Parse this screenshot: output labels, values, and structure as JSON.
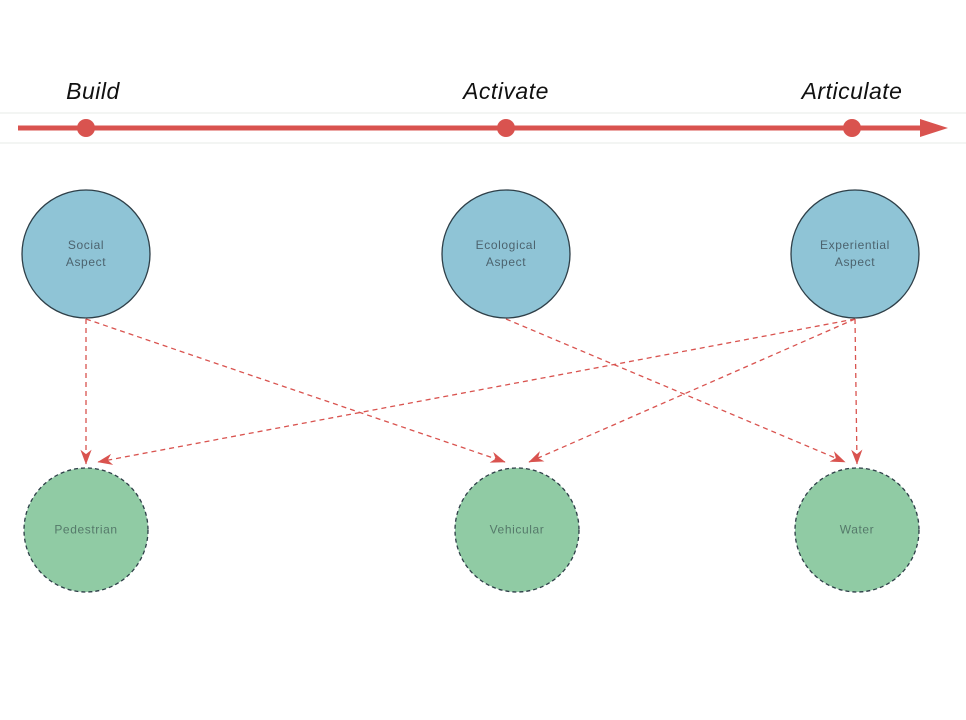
{
  "colors": {
    "accent_red": "#d9534f",
    "aspect_fill": "#8fc4d6",
    "mode_fill": "#90cba4",
    "node_border": "#2e3f48",
    "aspect_text": "#4c636e",
    "mode_text": "#55796a",
    "phase_text": "#111111",
    "guide_line": "#f3f5f3"
  },
  "icons": {
    "timeline_arrowhead": "arrow-right-triangle",
    "connector_arrowhead": "chevron-arrowhead"
  },
  "diagram": {
    "timeline": {
      "phases": [
        {
          "id": "build",
          "label": "Build"
        },
        {
          "id": "activate",
          "label": "Activate"
        },
        {
          "id": "articulate",
          "label": "Articulate"
        }
      ]
    },
    "aspect_nodes": [
      {
        "id": "social",
        "lines": [
          "Social",
          "Aspect"
        ]
      },
      {
        "id": "ecological",
        "lines": [
          "Ecological",
          "Aspect"
        ]
      },
      {
        "id": "experiential",
        "lines": [
          "Experiential",
          "Aspect"
        ]
      }
    ],
    "mode_nodes": [
      {
        "id": "pedestrian",
        "label": "Pedestrian"
      },
      {
        "id": "vehicular",
        "label": "Vehicular"
      },
      {
        "id": "water",
        "label": "Water"
      }
    ],
    "connections": [
      {
        "from": "social",
        "to": "pedestrian"
      },
      {
        "from": "social",
        "to": "vehicular"
      },
      {
        "from": "ecological",
        "to": "water"
      },
      {
        "from": "experiential",
        "to": "pedestrian"
      },
      {
        "from": "experiential",
        "to": "vehicular"
      },
      {
        "from": "experiential",
        "to": "water"
      }
    ]
  }
}
